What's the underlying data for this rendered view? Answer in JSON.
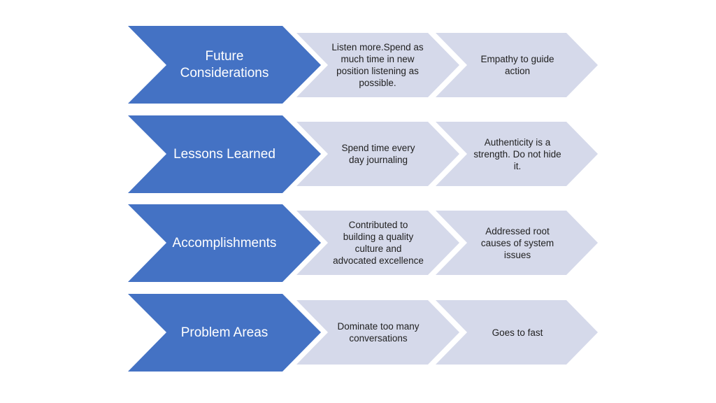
{
  "colors": {
    "main_fill": "#4472C4",
    "sub_fill": "#D5D9EA",
    "main_text": "#ffffff",
    "sub_text": "#1f1f1f"
  },
  "rows": [
    {
      "title": "Future Considerations",
      "steps": [
        "Listen more.Spend as much time in new position listening as possible.",
        "Empathy to guide action"
      ]
    },
    {
      "title": "Lessons Learned",
      "steps": [
        "Spend time every day journaling",
        "Authenticity is a strength. Do not hide it."
      ]
    },
    {
      "title": "Accomplishments",
      "steps": [
        "Contributed to building a quality culture and advocated excellence",
        "Addressed root causes of system issues"
      ]
    },
    {
      "title": "Problem Areas",
      "steps": [
        "Dominate too many conversations",
        "Goes to fast"
      ]
    }
  ]
}
